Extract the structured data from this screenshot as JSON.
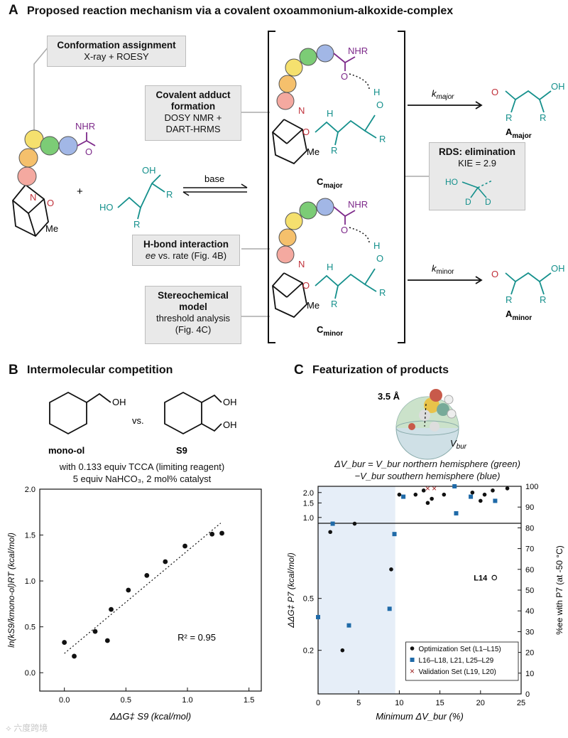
{
  "panelA": {
    "letter": "A",
    "title": "Proposed reaction mechanism via a covalent oxoammonium-alkoxide-complex",
    "boxes": {
      "conformation": {
        "title": "Conformation assignment",
        "line1": "X-ray + ROESY"
      },
      "covalent": {
        "title": "Covalent adduct formation",
        "line1": "DOSY NMR +",
        "line2": "DART-HRMS"
      },
      "hbond": {
        "title": "H-bond interaction",
        "line1_italic": "ee",
        "line1_rest": " vs. rate (Fig. 4B)"
      },
      "stereo": {
        "title": "Stereochemical model",
        "line1": "threshold analysis",
        "line2": "(Fig. 4C)"
      },
      "rds": {
        "title": "RDS: elimination",
        "line1": "KIE = 2.9"
      }
    },
    "labels": {
      "base": "base",
      "plus": "+",
      "kmajor_k": "k",
      "kmajor_sub": "major",
      "kminor_k": "k",
      "kminor_sub": "minor",
      "cmajor": "C",
      "cmajor_sub": "major",
      "cminor": "C",
      "cminor_sub": "minor",
      "amajor": "A",
      "amajor_sub": "major",
      "aminor": "A",
      "aminor_sub": "minor",
      "nhr": "NHR",
      "me": "Me",
      "n": "N",
      "o": "O",
      "oh": "OH",
      "ho": "HO",
      "h": "H",
      "r": "R",
      "d": "D"
    }
  },
  "panelB": {
    "letter": "B",
    "title": "Intermolecular competition",
    "monool": "mono-ol",
    "vs": "vs.",
    "s9": "S9",
    "oh": "OH",
    "cond1": "with 0.133 equiv TCCA (limiting reagent)",
    "cond2": "5 equiv NaHCO₃, 2 mol% catalyst",
    "r2": "R² = 0.95"
  },
  "panelC": {
    "letter": "C",
    "title": "Featurization of products",
    "dist": "3.5 Å",
    "vbur": "V",
    "vbur_sub": "bur",
    "eq1": "ΔV_bur = V_bur northern hemisphere (green)",
    "eq2": "−V_bur southern hemisphere (blue)",
    "l14": "L14",
    "legend": [
      "Optimization Set (L1–L15)",
      "L16–L18, L21, L25–L29",
      "Validation Set (L19, L20)"
    ]
  },
  "chart_data": [
    {
      "type": "scatter",
      "xlabel": "ΔΔG‡ S9 (kcal/mol)",
      "ylabel": "ln(kS9/kmono-ol)RT (kcal/mol)",
      "xlim": [
        -0.2,
        1.6
      ],
      "ylim": [
        -0.2,
        2.0
      ],
      "xticks": [
        "0.0",
        "0.5",
        "1.0",
        "1.5"
      ],
      "yticks": [
        "0.0",
        "0.5",
        "1.0",
        "1.5",
        "2.0"
      ],
      "points": [
        [
          0.0,
          0.33
        ],
        [
          0.08,
          0.18
        ],
        [
          0.25,
          0.45
        ],
        [
          0.35,
          0.35
        ],
        [
          0.38,
          0.69
        ],
        [
          0.52,
          0.9
        ],
        [
          0.67,
          1.06
        ],
        [
          0.82,
          1.21
        ],
        [
          0.98,
          1.38
        ],
        [
          1.2,
          1.51
        ],
        [
          1.28,
          1.52
        ]
      ],
      "fit": [
        [
          0.0,
          0.21
        ],
        [
          1.27,
          1.63
        ]
      ],
      "annotation": "R² = 0.95"
    },
    {
      "type": "scatter",
      "xlabel": "Minimum ΔV_bur (%)",
      "ylabel_left": "ΔΔG‡ P7 (kcal/mol)",
      "ylabel_right": "%ee with P7 (at -50 °C)",
      "xlim": [
        0,
        25
      ],
      "xticks": [
        "0",
        "5",
        "10",
        "15",
        "20",
        "25"
      ],
      "yticks_left": [
        "0.2",
        "0.5",
        "1.0",
        "1.5",
        "2.0"
      ],
      "yticks_right": [
        "0",
        "10",
        "20",
        "30",
        "40",
        "50",
        "60",
        "70",
        "80",
        "90",
        "100"
      ],
      "ee_range": [
        0,
        100
      ],
      "shaded_x": [
        0,
        9.5
      ],
      "series": [
        {
          "name": "Optimization Set (L1–L15)",
          "color": "#111111",
          "points": [
            [
              1.5,
              78
            ],
            [
              3.0,
              21
            ],
            [
              4.5,
              82
            ],
            [
              9.0,
              60
            ],
            [
              10.0,
              96
            ],
            [
              12,
              96
            ],
            [
              13.0,
              98
            ],
            [
              13.5,
              92
            ],
            [
              14.0,
              94
            ],
            [
              15.5,
              96
            ],
            [
              19,
              97
            ],
            [
              20,
              93
            ],
            [
              20.5,
              96
            ],
            [
              21.5,
              98
            ],
            [
              23.3,
              99
            ]
          ]
        },
        {
          "name": "L16–L18, L21, L25–L29",
          "color": "#1f6aa8",
          "points": [
            [
              0.0,
              37
            ],
            [
              1.8,
              82
            ],
            [
              3.8,
              33
            ],
            [
              8.8,
              41
            ],
            [
              9.4,
              77
            ],
            [
              10.5,
              95
            ],
            [
              16.8,
              100
            ],
            [
              17.0,
              87
            ],
            [
              18.8,
              95
            ],
            [
              21.8,
              93
            ]
          ]
        },
        {
          "name": "Validation Set (L19, L20)",
          "color": "#9b1b1b",
          "points": [
            [
              13.5,
              99
            ],
            [
              14.3,
              99
            ]
          ]
        }
      ],
      "open_point": {
        "label": "L14",
        "x": 21.7,
        "ee": 56
      }
    }
  ]
}
